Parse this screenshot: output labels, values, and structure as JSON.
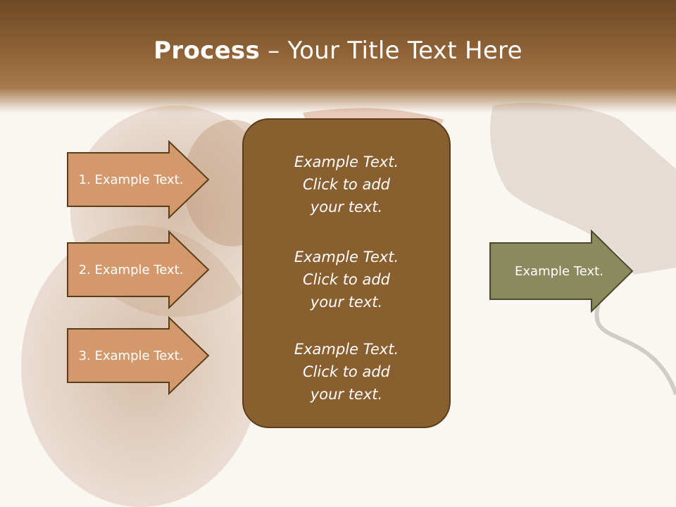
{
  "title": {
    "bold": "Process",
    "rest": " – Your Title Text Here"
  },
  "left_steps": [
    {
      "label": "1. Example Text."
    },
    {
      "label": "2. Example Text."
    },
    {
      "label": "3. Example Text."
    }
  ],
  "center_items": [
    {
      "line1": "Example Text.",
      "line2": "Click  to add",
      "line3": "your text."
    },
    {
      "line1": "Example Text.",
      "line2": "Click  to add",
      "line3": "your text."
    },
    {
      "line1": "Example Text.",
      "line2": "Click  to add",
      "line3": "your text."
    }
  ],
  "right_arrow": {
    "label": "Example Text."
  },
  "colors": {
    "header": "#8e6236",
    "step_arrow": "#d3996d",
    "center_box": "#8a5f30",
    "right_arrow": "#8b8a5e"
  }
}
